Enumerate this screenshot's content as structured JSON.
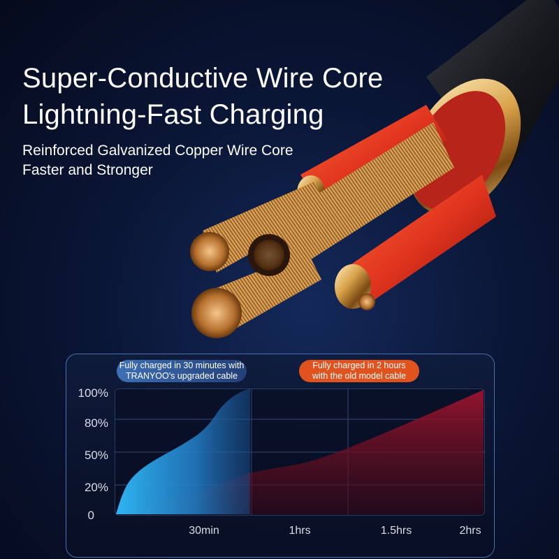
{
  "headline": {
    "line1": "Super-Conductive Wire Core",
    "line2": "Lightning-Fast Charging"
  },
  "subheadline": {
    "line1": "Reinforced Galvanized Copper Wire Core",
    "line2": "Faster and Stronger"
  },
  "legend": {
    "new_cable": "Fully charged in 30 minutes with TRANYOO's upgraded cable",
    "new_cable_line1": "Fully charged in 30 minutes with",
    "new_cable_line2": "TRANYOO's upgraded cable",
    "old_cable": "Fully charged in 2 hours with the old model cable",
    "old_cable_line1": "Fully charged in 2 hours",
    "old_cable_line2": "with the old model cable"
  },
  "colors": {
    "background": "#0b1738",
    "new_cable": "#29a8e8",
    "old_cable": "#8c1228",
    "badge_blue": "#3e6fb5",
    "badge_orange": "#e0531e",
    "copper": "#d9a24a",
    "insulation_red": "#e0341e"
  },
  "chart_data": {
    "type": "area",
    "title": "",
    "xlabel": "",
    "ylabel": "",
    "x_ticks": [
      "30min",
      "1hrs",
      "1.5hrs",
      "2hrs"
    ],
    "y_ticks": [
      "0",
      "20%",
      "50%",
      "80%",
      "100%"
    ],
    "ylim": [
      0,
      100
    ],
    "xlim_minutes": [
      0,
      120
    ],
    "grid": true,
    "legend_position": "top",
    "series": [
      {
        "name": "TRANYOO's upgraded cable",
        "color": "#29a8e8",
        "x_minutes": [
          0,
          2,
          5,
          10,
          15,
          20,
          25,
          28,
          32,
          36,
          40
        ],
        "values": [
          0,
          12,
          25,
          35,
          42,
          50,
          58,
          64,
          76,
          90,
          100
        ]
      },
      {
        "name": "Old model cable",
        "color": "#8c1228",
        "x_minutes": [
          0,
          10,
          20,
          30,
          40,
          50,
          60,
          70,
          80,
          90,
          100,
          110,
          120
        ],
        "values": [
          0,
          8,
          14,
          18,
          24,
          28,
          30,
          35,
          45,
          58,
          72,
          86,
          100
        ]
      }
    ]
  }
}
